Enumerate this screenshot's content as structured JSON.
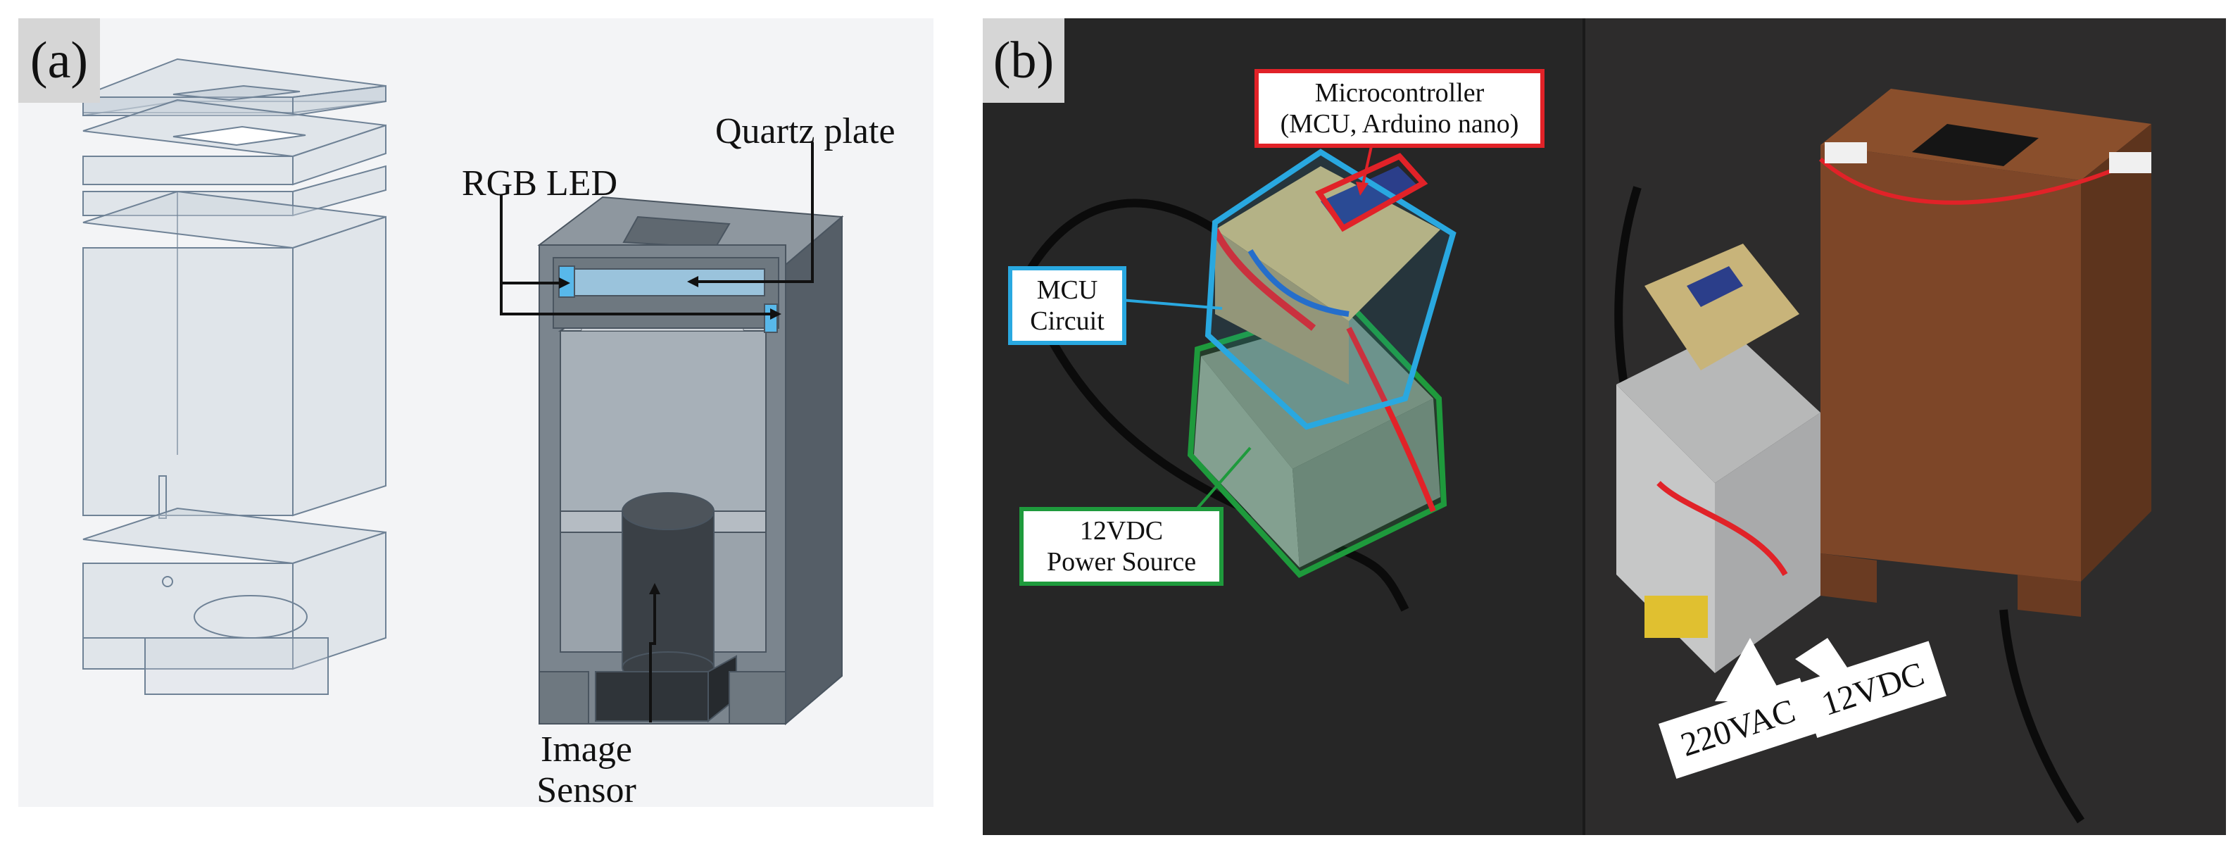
{
  "panel_a": {
    "letter": "(a)",
    "labels": {
      "quartz_plate": "Quartz plate",
      "rgb_led": "RGB LED",
      "image_sensor": [
        "Image",
        "Sensor"
      ]
    }
  },
  "panel_b": {
    "letter": "(b)",
    "labels": {
      "microcontroller": [
        "Microcontroller",
        "(MCU, Arduino nano)"
      ],
      "mcu_circuit": [
        "MCU",
        "Circuit"
      ],
      "power_source": [
        "12VDC",
        "Power Source"
      ],
      "vac": "220VAC",
      "vdc": "12VDC"
    }
  },
  "colors": {
    "red": "#e12228",
    "blue": "#29a8e0",
    "green": "#1e9a3c",
    "box_brown": "#8a4f2c"
  }
}
